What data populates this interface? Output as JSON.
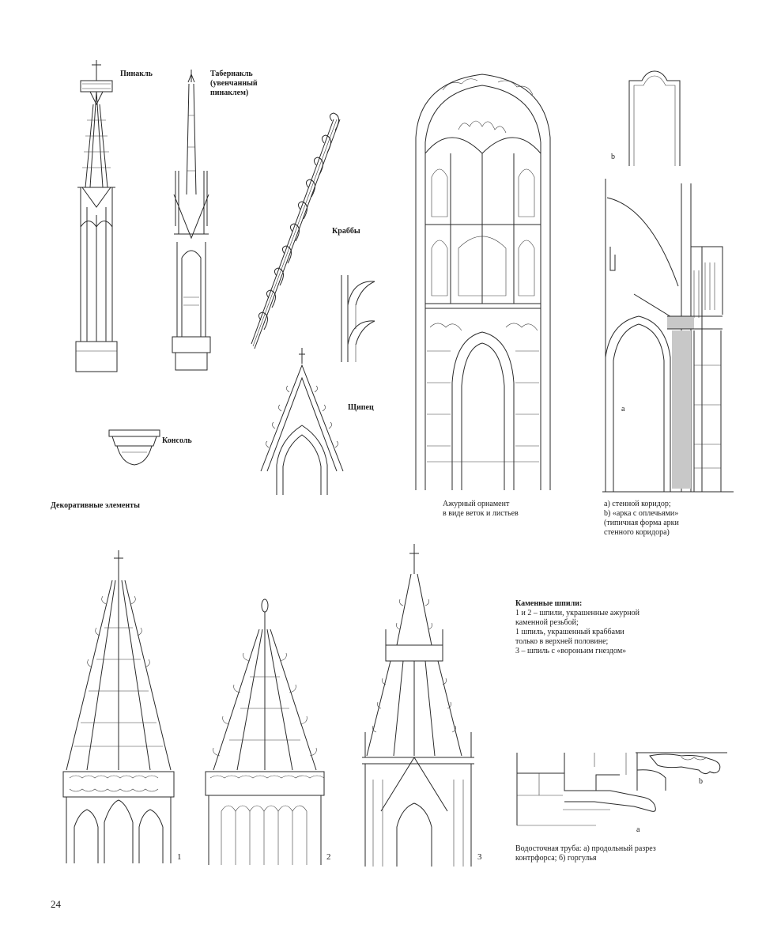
{
  "labels": {
    "pinnacle": "Пинакль",
    "tabernacle": "Табернакль\n(увенчанный\nпинаклем)",
    "crabs": "Краббы",
    "gable": "Щипец",
    "console": "Консоль",
    "decorative": "Декоративные элементы",
    "tracery": "Ажурный орнамент\nв виде веток и листьев",
    "corridor": "a) стенной коридор;\nb) «арка с оплечьями»\n(типичная форма арки\nстенного коридора)",
    "corridor_a": "a",
    "corridor_b": "b",
    "spires": "Каменные шпили:",
    "spires_desc": "1 и 2 – шпили, украшенные ажурной\nкаменной резьбой;\n1    шпиль, украшенный краббами\nтолько в верхней половине;\n3 – шпиль с «вороньим гнездом»",
    "spire_1": "1",
    "spire_2": "2",
    "spire_3": "3",
    "drain": "Водосточная труба: а) продольный разрез\nконтрфорса; б) горгулья",
    "drain_a": "a",
    "drain_b": "b",
    "page_number": "24"
  }
}
